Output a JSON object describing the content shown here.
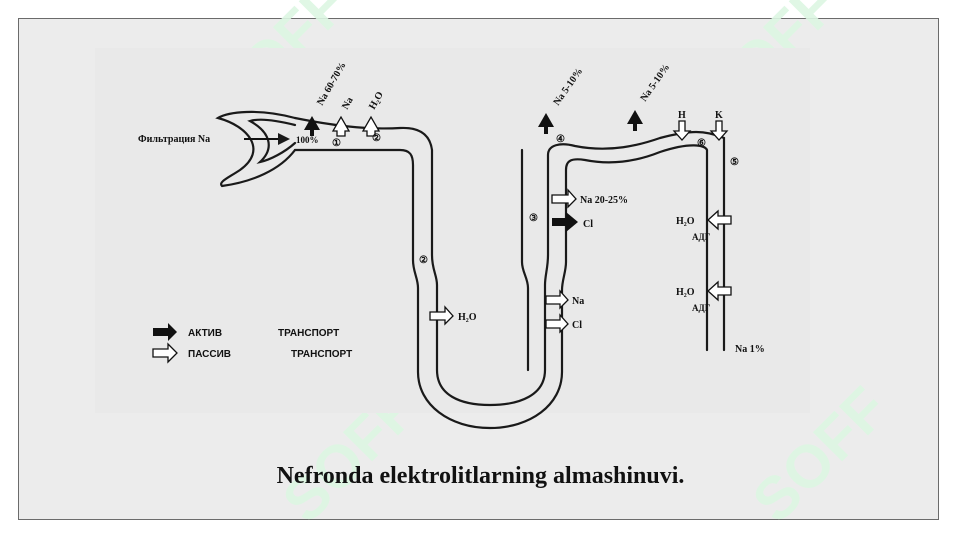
{
  "caption": "Nefronda elektrolitlarning almashinuvi.",
  "watermark": "SOFF",
  "colors": {
    "line": "#1a1a1a",
    "background": "#ececec",
    "watermark": "#b9f2c5"
  },
  "labels": {
    "filtration": "Фильтрация Na",
    "filtration_pct": "100%",
    "na_60_70": "Na 60-70%",
    "na_passive_top": "Na",
    "h2o_top": "H₂O",
    "na_5_10_a": "Na 5-10%",
    "na_5_10_b": "Na 5-10%",
    "h_ion": "H",
    "k_ion": "K",
    "na_20_25": "Na 20-25%",
    "cl_active": "Cl",
    "h2o_desc": "H₂O",
    "na_asc": "Na",
    "cl_asc": "Cl",
    "h2o_collect_1": "H₂O",
    "adh_1": "АДГ",
    "h2o_collect_2": "H₂O",
    "adh_2": "АДГ",
    "na_1pct": "Na 1%"
  },
  "segments": [
    "①",
    "②",
    "②",
    "③",
    "④",
    "⑤",
    "⑥"
  ],
  "legend": [
    {
      "symbol": "active-arrow-icon",
      "type": "АКТИВ",
      "word": "ТРАНСПОРТ"
    },
    {
      "symbol": "passive-arrow-icon",
      "type": "ПАССИВ",
      "word": "ТРАНСПОРТ"
    }
  ]
}
